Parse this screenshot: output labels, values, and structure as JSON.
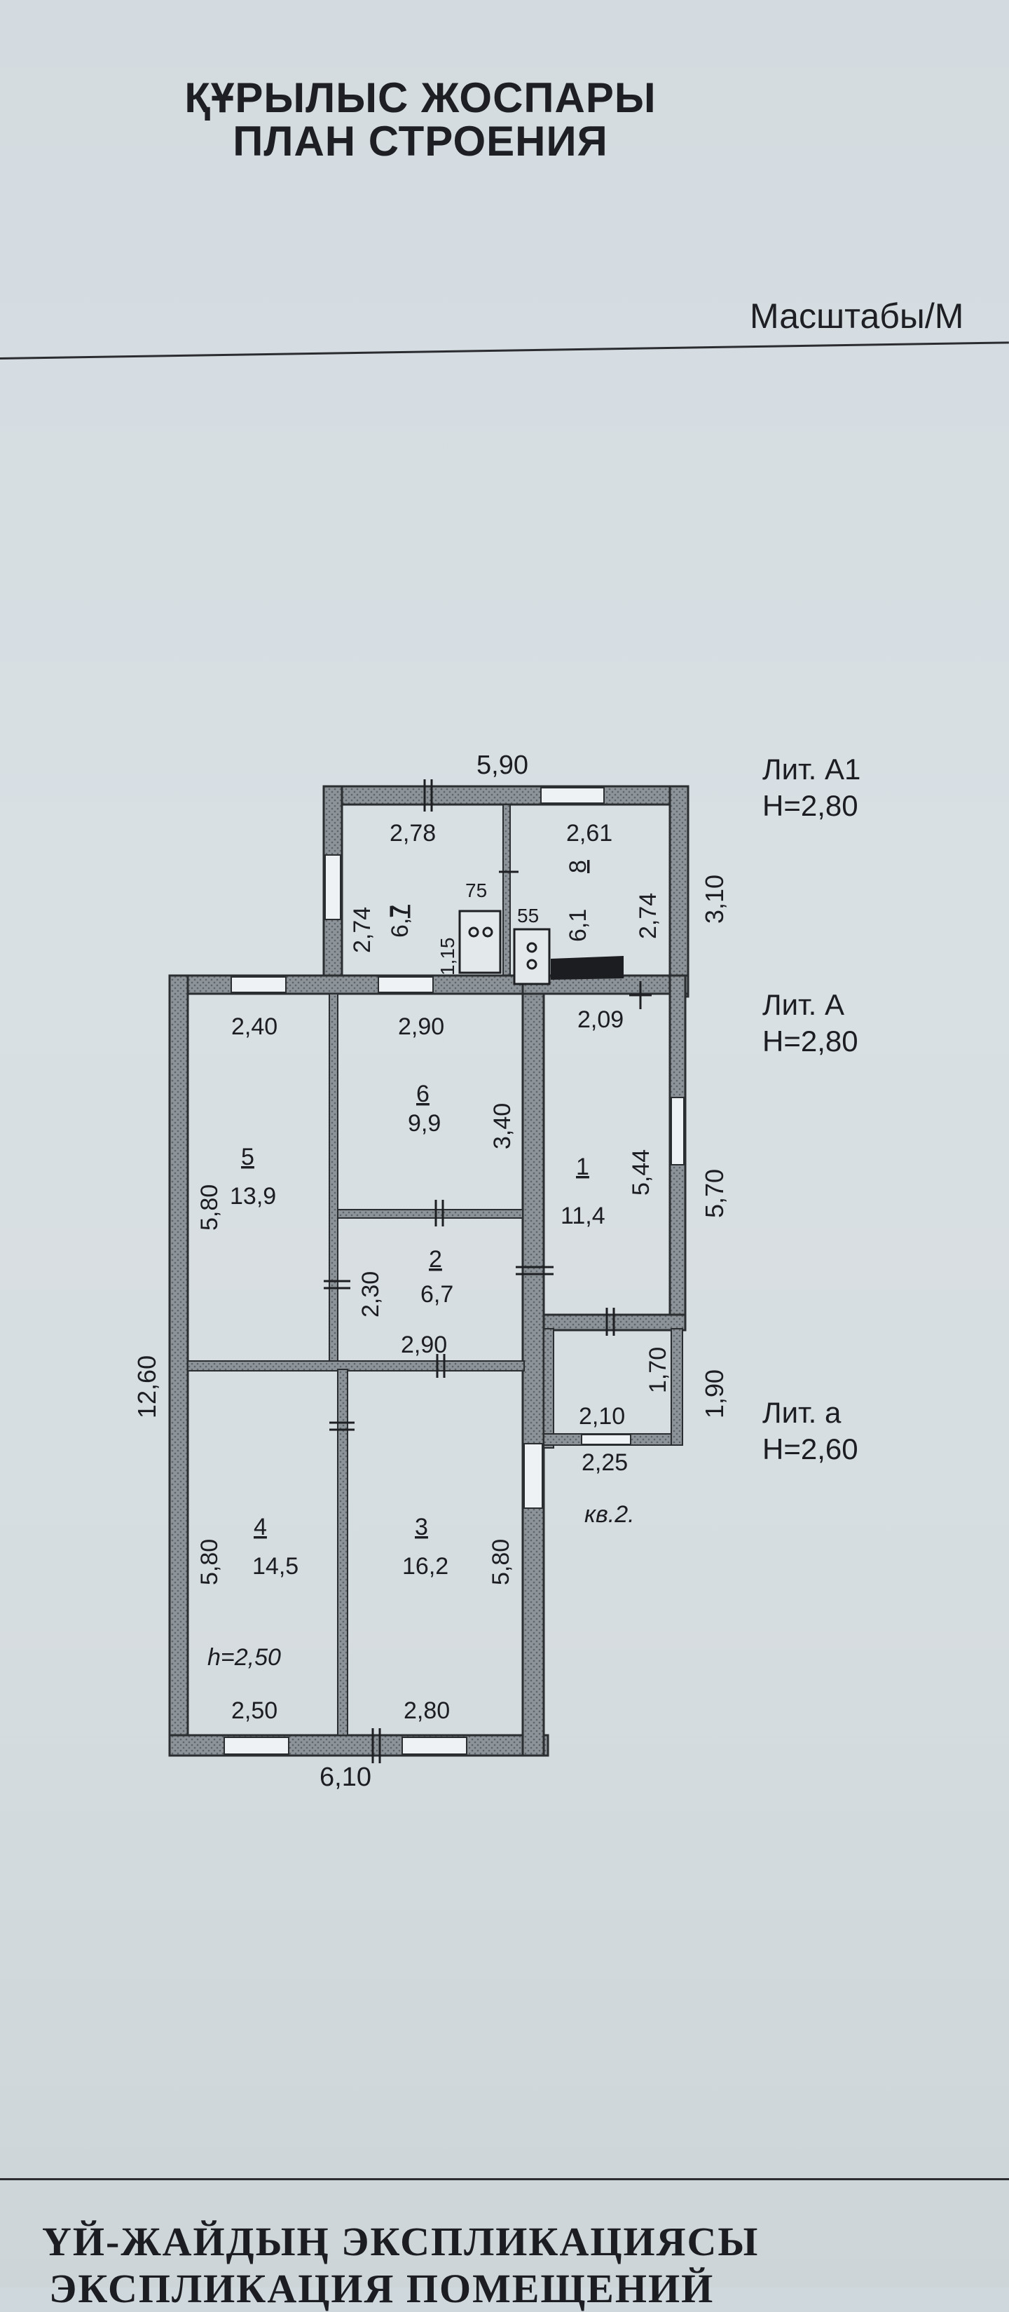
{
  "header": {
    "title_kz": "ҚҰРЫЛЫС ЖОСПАРЫ",
    "title_ru": "ПЛАН СТРОЕНИЯ",
    "scale_label": "Масштабы/М"
  },
  "plan": {
    "overall_width_top": "5,90",
    "overall_height_left": "12,60",
    "overall_width_bottom": "6,10",
    "flat_label": "кв.2.",
    "ceiling_note": "h=2,50",
    "annex_height_right": "3,10",
    "main_height_right": "5,70",
    "porch_height_right": "1,90",
    "rooms": [
      {
        "number": "1",
        "area": "11,4",
        "dims": [
          "2,09",
          "5,44"
        ]
      },
      {
        "number": "2",
        "area": "6,7",
        "dims": [
          "2,30",
          "2,90"
        ]
      },
      {
        "number": "3",
        "area": "16,2",
        "dims": [
          "5,80",
          "2,80"
        ]
      },
      {
        "number": "4",
        "area": "14,5",
        "dims": [
          "5,80",
          "2,50"
        ]
      },
      {
        "number": "5",
        "area": "13,9",
        "dims": [
          "2,40",
          "5,80"
        ]
      },
      {
        "number": "6",
        "area": "9,9",
        "dims": [
          "2,90",
          "3,40"
        ]
      },
      {
        "number": "7",
        "area": "6,7",
        "dims": [
          "2,78",
          "2,74",
          "1,15",
          "75"
        ]
      },
      {
        "number": "8",
        "area": "6,1",
        "dims": [
          "2,61",
          "2,74",
          "55"
        ]
      }
    ],
    "porch_dims": [
      "2,10",
      "1,70",
      "2,25"
    ]
  },
  "legend": [
    {
      "lit": "Лит. А1",
      "height": "H=2,80"
    },
    {
      "lit": "Лит. А",
      "height": "H=2,80"
    },
    {
      "lit": "Лит. а",
      "height": "H=2,60"
    }
  ],
  "footer": {
    "line1": "ҮЙ-ЖАЙДЫҢ ЭКСПЛИКАЦИЯСЫ",
    "line2": "ЭКСПЛИКАЦИЯ ПОМЕЩЕНИЙ"
  }
}
